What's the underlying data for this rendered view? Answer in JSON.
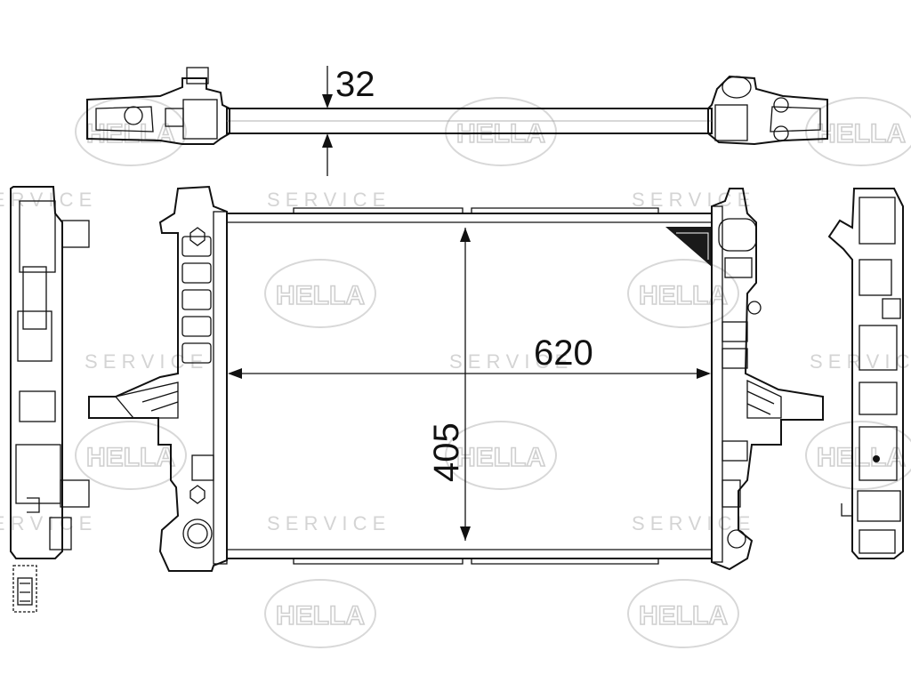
{
  "watermark": {
    "logo_text": "HELLA",
    "service_text": "S E R V I C E",
    "color": "#cccccc"
  },
  "dimensions": {
    "thickness": "32",
    "width": "620",
    "height": "405"
  },
  "colors": {
    "line": "#111111",
    "background": "#ffffff"
  }
}
